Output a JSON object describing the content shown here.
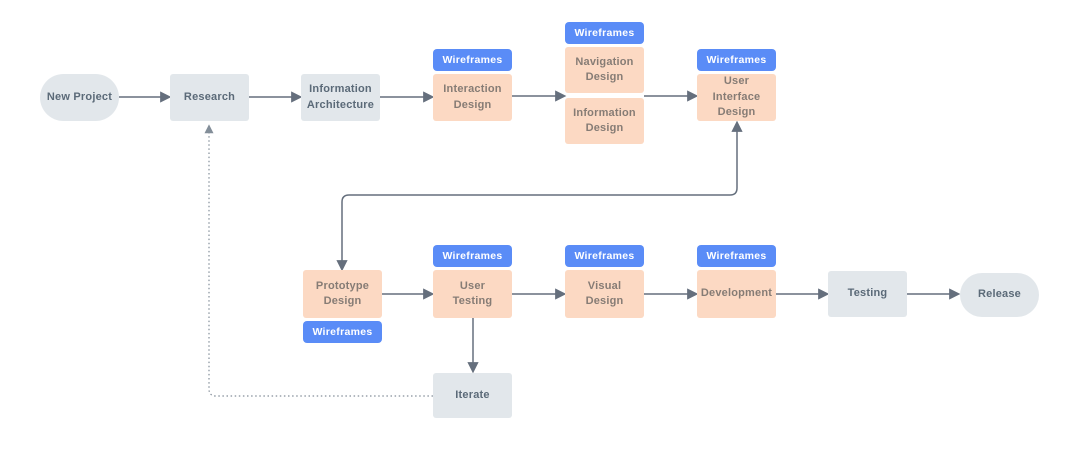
{
  "colors": {
    "canvas_bg": "#ffffff",
    "node_gray_bg": "#e2e7eb",
    "node_peach_bg": "#fcd9c3",
    "tag_blue_bg": "#5a8cf7",
    "tag_text": "#ffffff",
    "gray_text": "#5b6a78",
    "peach_text": "#867c75",
    "connector": "#656f7d",
    "dotted_line": "#838e99"
  },
  "tag_label": "Wireframes",
  "nodes": {
    "new_project": {
      "label": "New Project",
      "type": "terminal"
    },
    "research": {
      "label": "Research",
      "type": "step"
    },
    "information_architecture": {
      "label": "Information Architecture",
      "type": "step"
    },
    "interaction_design": {
      "label": "Interaction Design",
      "type": "design-step"
    },
    "navigation_design": {
      "label": "Navigation Design",
      "type": "design-step"
    },
    "information_design": {
      "label": "Information Design",
      "type": "design-step"
    },
    "user_interface_design": {
      "label": "User Interface Design",
      "type": "design-step"
    },
    "prototype_design": {
      "label": "Prototype Design",
      "type": "design-step"
    },
    "user_testing": {
      "label": "User Testing",
      "type": "design-step"
    },
    "visual_design": {
      "label": "Visual Design",
      "type": "design-step"
    },
    "development": {
      "label": "Development",
      "type": "design-step"
    },
    "testing": {
      "label": "Testing",
      "type": "step"
    },
    "release": {
      "label": "Release",
      "type": "terminal"
    },
    "iterate": {
      "label": "Iterate",
      "type": "step"
    }
  },
  "edges": [
    {
      "from": "new_project",
      "to": "research",
      "style": "solid-arrow"
    },
    {
      "from": "research",
      "to": "information_architecture",
      "style": "solid-arrow"
    },
    {
      "from": "information_architecture",
      "to": "interaction_design",
      "style": "solid-arrow"
    },
    {
      "from": "interaction_design",
      "to": "navigation_design+information_design",
      "style": "solid-arrow"
    },
    {
      "from": "navigation_design+information_design",
      "to": "user_interface_design",
      "style": "solid-arrow"
    },
    {
      "from": "user_interface_design",
      "to": "prototype_design",
      "style": "solid-double-arrow"
    },
    {
      "from": "prototype_design",
      "to": "user_testing",
      "style": "solid-arrow"
    },
    {
      "from": "user_testing",
      "to": "visual_design",
      "style": "solid-arrow"
    },
    {
      "from": "visual_design",
      "to": "development",
      "style": "solid-arrow"
    },
    {
      "from": "development",
      "to": "testing",
      "style": "solid-arrow"
    },
    {
      "from": "testing",
      "to": "release",
      "style": "solid-arrow"
    },
    {
      "from": "user_testing",
      "to": "iterate",
      "style": "solid-arrow"
    },
    {
      "from": "iterate",
      "to": "research",
      "style": "dotted-arrow"
    }
  ]
}
